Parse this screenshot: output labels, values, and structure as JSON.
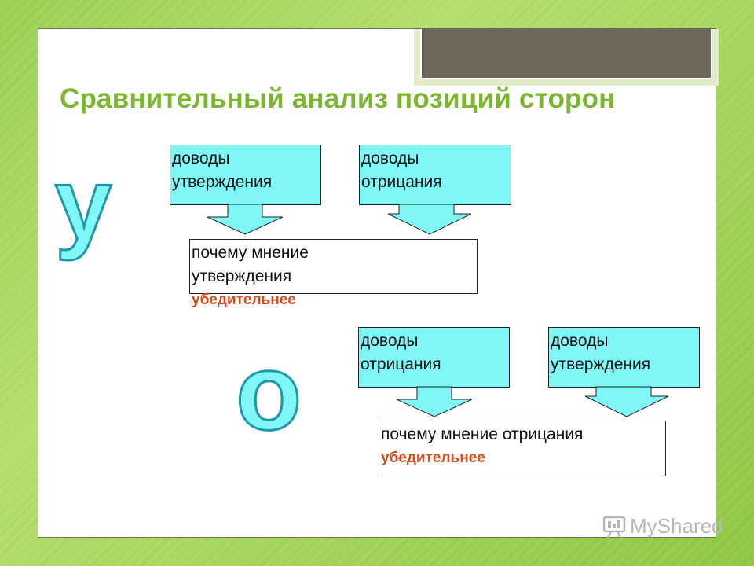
{
  "slide": {
    "title": "Сравнительный анализ позиций сторон",
    "letter_u": "у",
    "letter_o": "о",
    "top_section": {
      "box_left": [
        "доводы",
        "утверждения"
      ],
      "box_right": [
        "доводы",
        "отрицания"
      ],
      "result": [
        "почему мнение",
        "утверждения"
      ],
      "result_highlight": "убедительнее"
    },
    "bottom_section": {
      "box_left": [
        "доводы",
        "отрицания"
      ],
      "box_right": [
        "доводы",
        "утверждения"
      ],
      "result": "почему мнение отрицания",
      "result_highlight": "убедительнее"
    }
  },
  "watermark": {
    "text": "MyShared",
    "icon": "presentation-board-icon"
  },
  "colors": {
    "title": "#7bb72e",
    "box_fill": "#7ff7f7",
    "highlight": "#d94a1c",
    "letter_stroke": "#1f97a7"
  }
}
